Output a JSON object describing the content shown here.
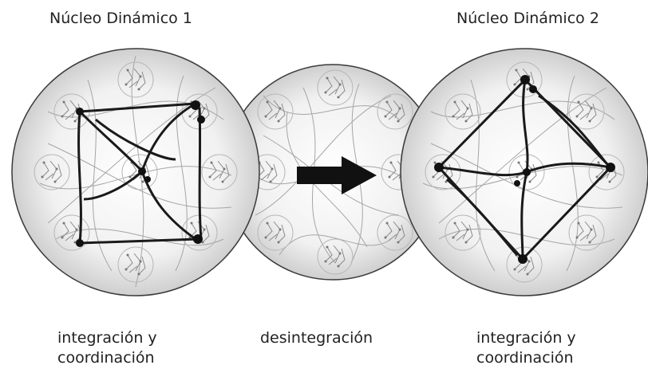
{
  "titles": {
    "left": "Núcleo Dinámico 1",
    "right": "Núcleo Dinámico 2"
  },
  "captions": {
    "left_line1": "integración y",
    "left_line2": "coordinación",
    "middle": "desintegración",
    "right_line1": "integración y",
    "right_line2": "coordinación"
  },
  "colors": {
    "circle_fill_center": "#ffffff",
    "circle_fill_edge": "#d0d0d0",
    "faint_network": "#9a9a9a",
    "core_path": "#1a1a1a",
    "arrow": "#111111"
  },
  "icons": {
    "transition": "right-arrow-icon"
  }
}
